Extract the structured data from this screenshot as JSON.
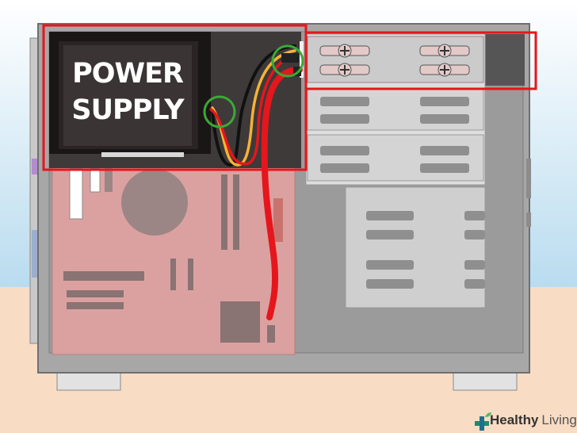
{
  "illustration": {
    "psu_label_line1": "POWER",
    "psu_label_line2": "SUPPLY",
    "highlight_color": "#e5161c",
    "connector_circle_color": "#3aaa35",
    "wire_colors": [
      "#e5161c",
      "#f5b335",
      "#111111"
    ]
  },
  "watermark": {
    "brand_bold": "Healthy",
    "brand_light": "Living",
    "icon": "plus-leaf-icon"
  }
}
